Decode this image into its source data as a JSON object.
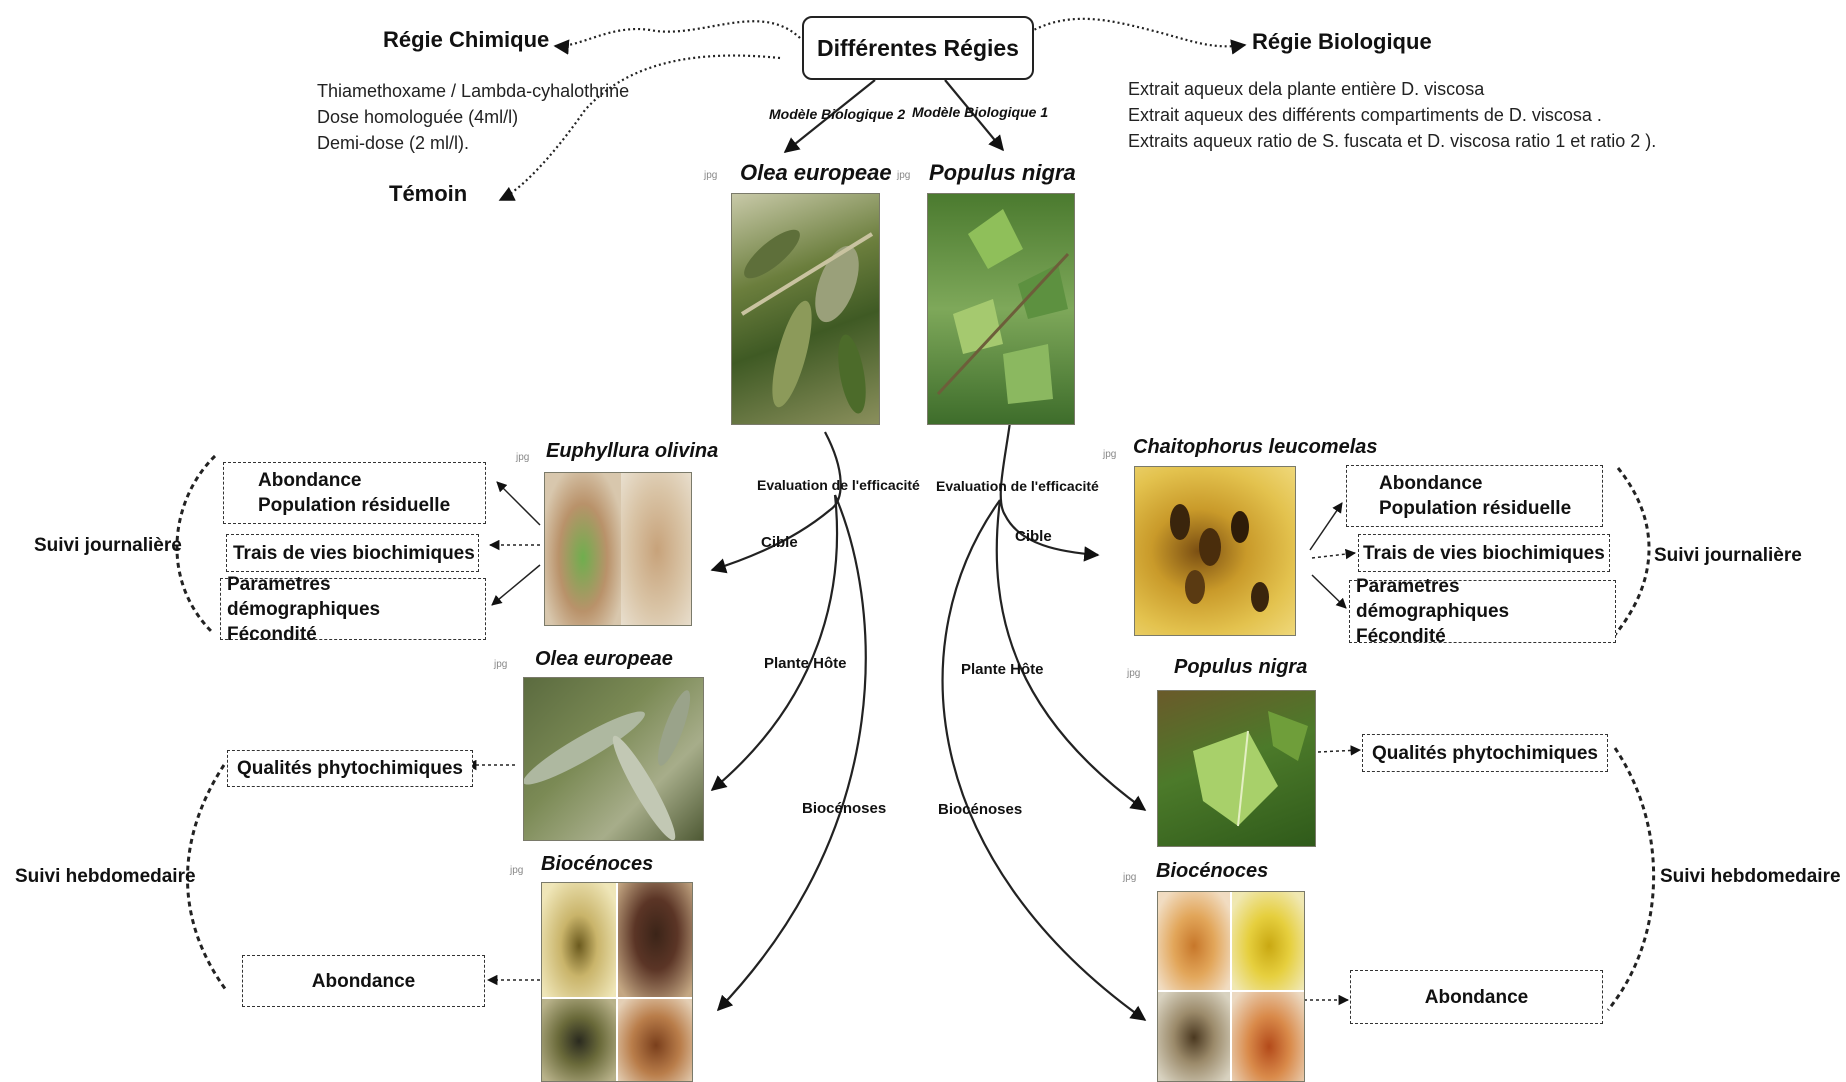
{
  "root": {
    "title": "Différentes Régies"
  },
  "regies": {
    "chimique": {
      "title": "Régie Chimique",
      "lines": [
        "Thiamethoxame / Lambda-cyhalothrine",
        "Dose homologuée (4ml/l)",
        "Demi-dose (2 ml/l)."
      ]
    },
    "temoin": {
      "title": "Témoin"
    },
    "biologique": {
      "title": "Régie Biologique",
      "lines": [
        "Extrait aqueux dela plante entière D. viscosa",
        "Extrait aqueux des différents compartiments de D. viscosa .",
        "Extraits aqueux ratio de S. fuscata et D. viscosa  ratio 1 et ratio 2 )."
      ]
    }
  },
  "models": {
    "model2": {
      "label": "Modèle Biologique 2",
      "species": "Olea europeae"
    },
    "model1": {
      "label": "Modèle Biologique 1",
      "species": "Populus nigra"
    }
  },
  "file_tag": "jpg",
  "connectors": {
    "evaluation": "Evaluation de l'efficacité",
    "cible": "Cible",
    "plante_hote": "Plante Hôte",
    "biocenoses": "Biocénoses"
  },
  "left": {
    "target_species": "Euphyllura olivina",
    "host_species": "Olea europeae",
    "bio_title": "Biocénoces",
    "box_abondance": {
      "line1": "Abondance",
      "line2": "Population résiduelle"
    },
    "box_traits": "Trais de vies biochimiques",
    "box_params": {
      "line1": "Parametres démographiques",
      "line2": "Fécondité"
    },
    "box_qualites": "Qualités phytochimiques",
    "box_bio_abondance": "Abondance",
    "suivi_journaliere": "Suivi journalière",
    "suivi_hebdo": "Suivi hebdomedaire"
  },
  "right": {
    "target_species": "Chaitophorus leucomelas",
    "host_species": "Populus nigra",
    "bio_title": "Biocénoces",
    "box_abondance": {
      "line1": "Abondance",
      "line2": "Population résiduelle"
    },
    "box_traits": "Trais de vies biochimiques",
    "box_params": {
      "line1": "Parametres démographiques",
      "line2": "Fécondité"
    },
    "box_qualites": "Qualités phytochimiques",
    "box_bio_abondance": "Abondance",
    "suivi_journaliere": "Suivi journalière",
    "suivi_hebdo": "Suivi hebdomedaire"
  }
}
